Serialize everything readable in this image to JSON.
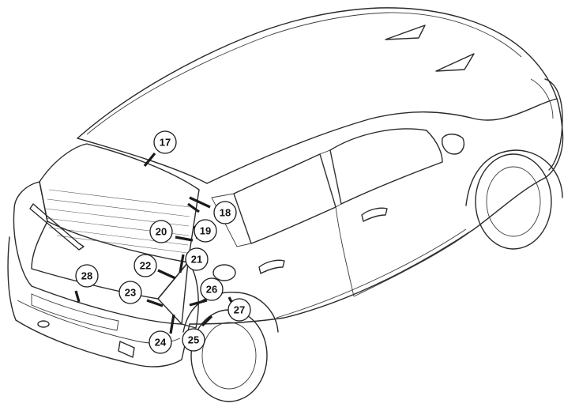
{
  "diagram": {
    "subject": "hatchback-rear-three-quarter-view",
    "callouts": [
      {
        "id": "c17",
        "label": "17"
      },
      {
        "id": "c18",
        "label": "18"
      },
      {
        "id": "c19",
        "label": "19"
      },
      {
        "id": "c20",
        "label": "20"
      },
      {
        "id": "c21",
        "label": "21"
      },
      {
        "id": "c22",
        "label": "22"
      },
      {
        "id": "c23",
        "label": "23"
      },
      {
        "id": "c24",
        "label": "24"
      },
      {
        "id": "c25",
        "label": "25"
      },
      {
        "id": "c26",
        "label": "26"
      },
      {
        "id": "c27",
        "label": "27"
      },
      {
        "id": "c28",
        "label": "28"
      }
    ]
  }
}
